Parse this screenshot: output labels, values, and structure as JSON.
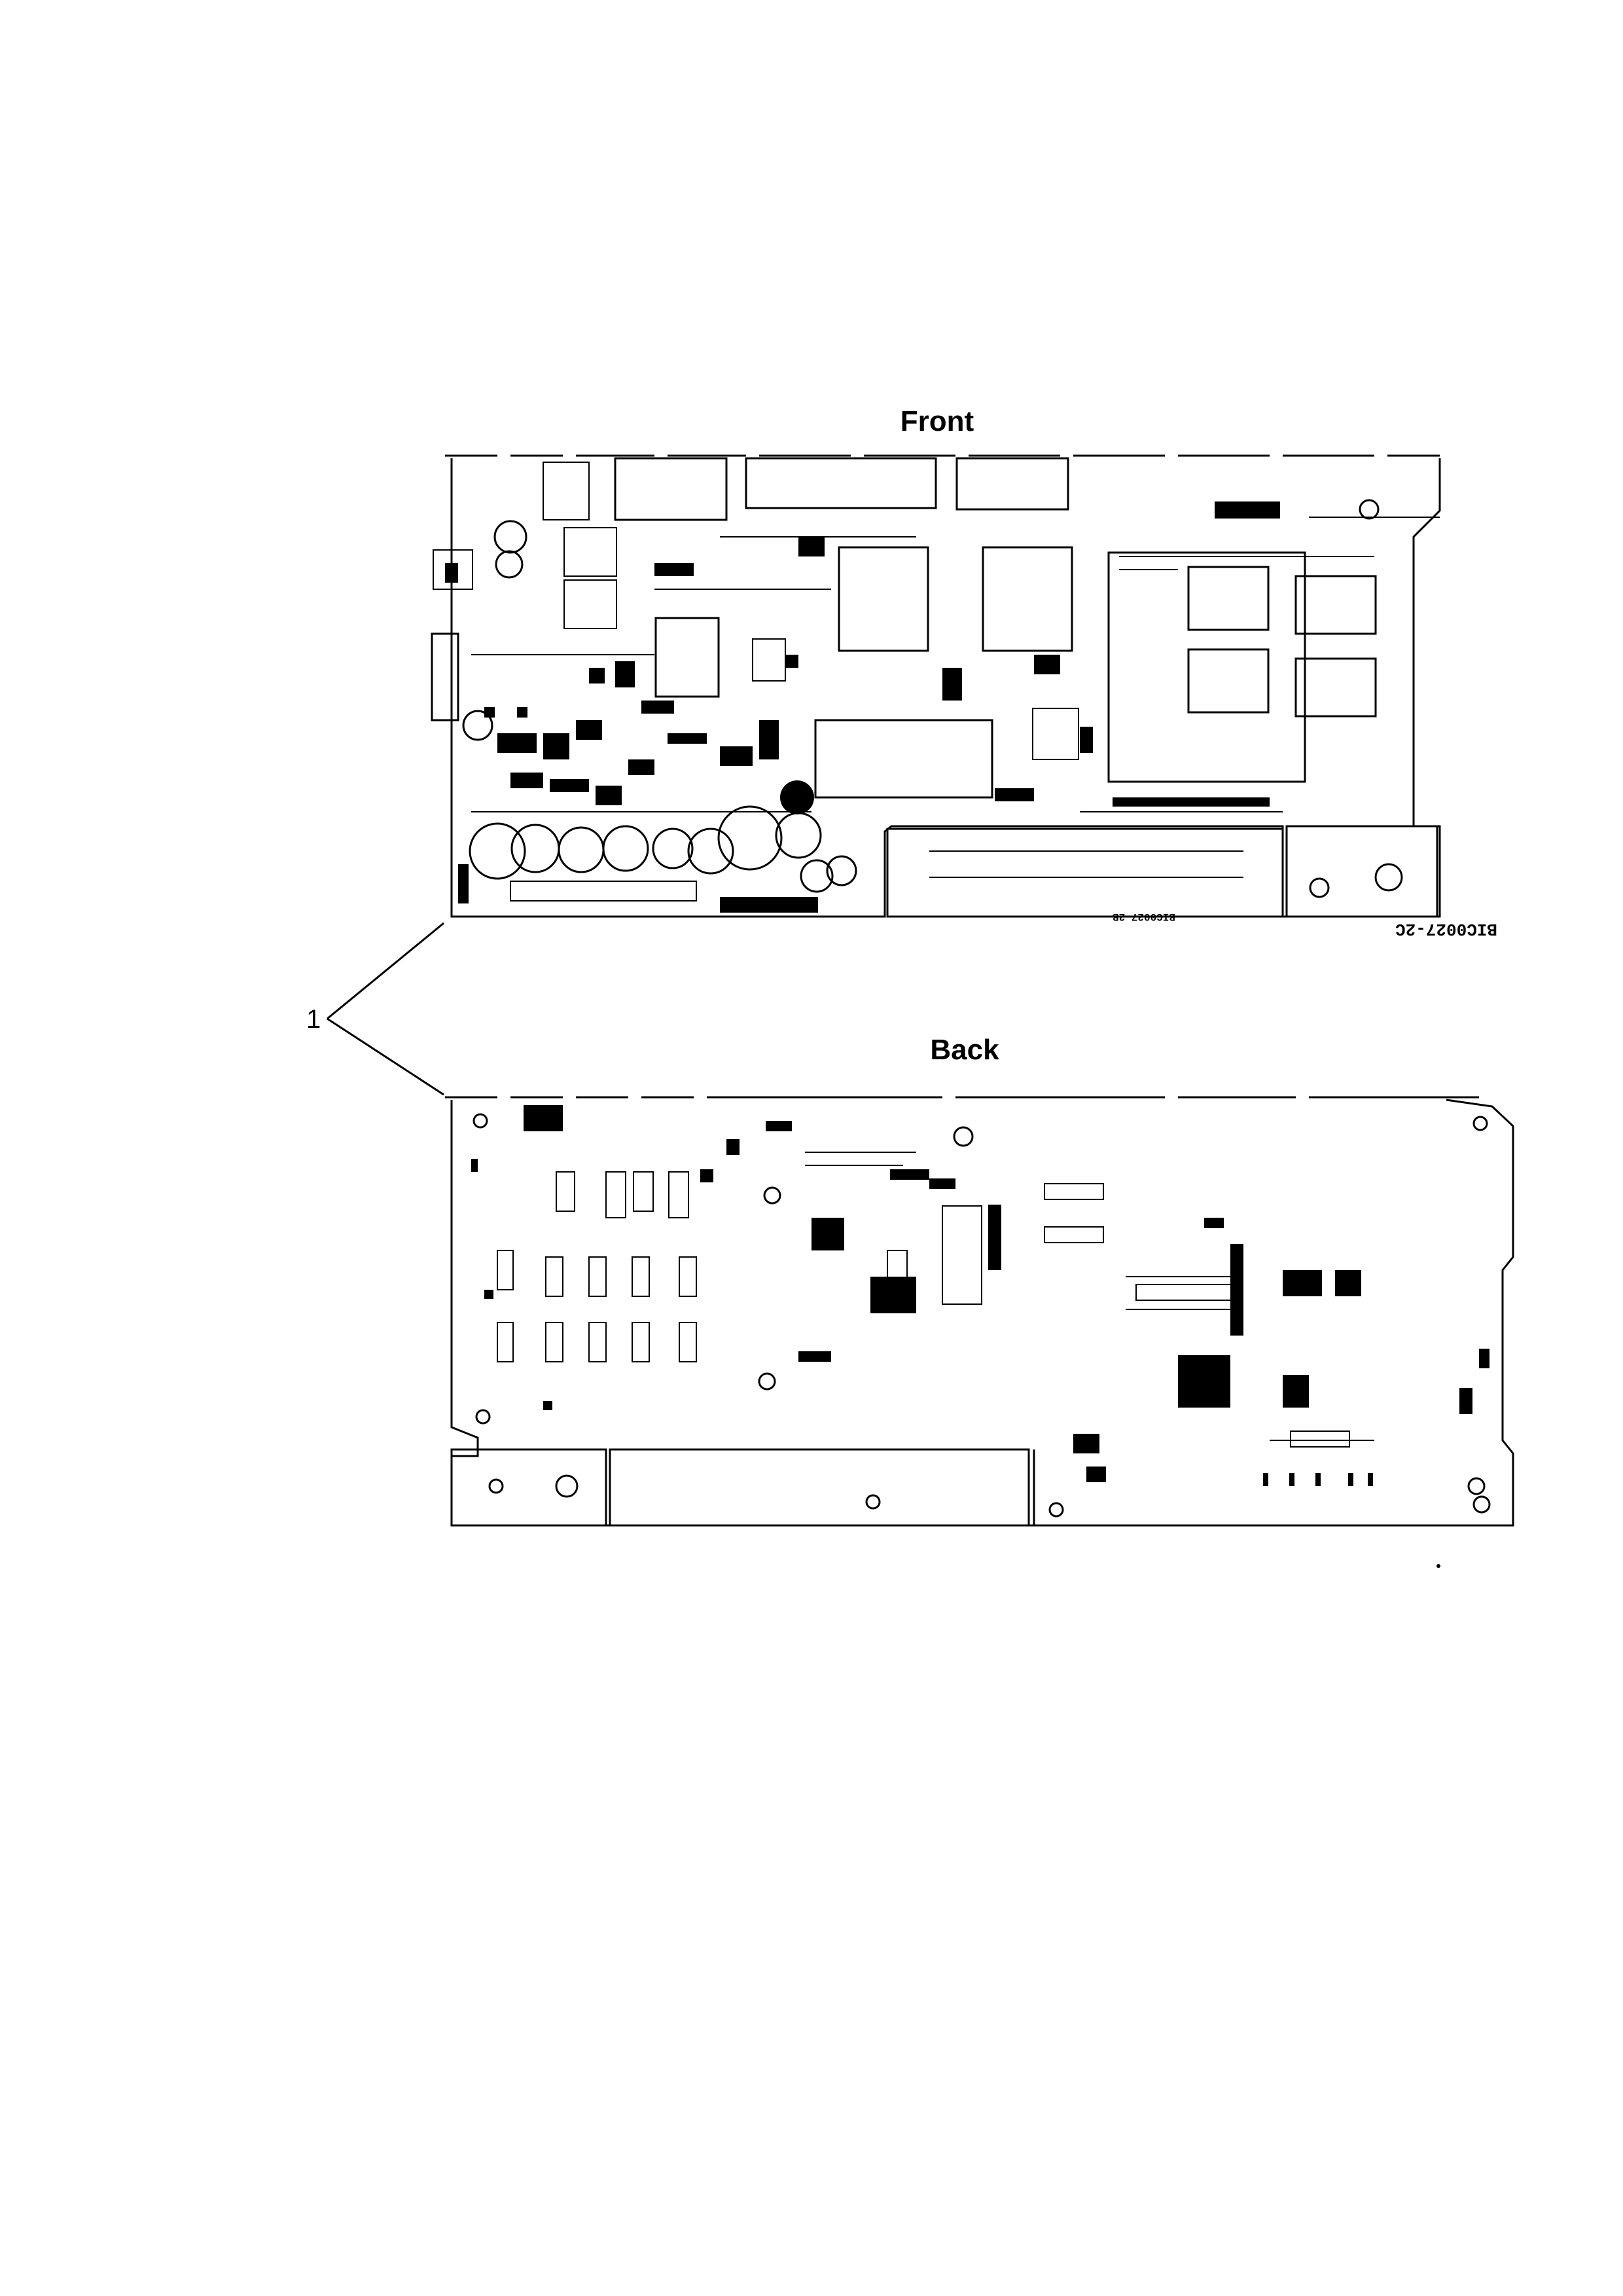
{
  "labels": {
    "front": "Front",
    "back": "Back",
    "callout": "1"
  },
  "board_markings": {
    "front_side_code": "BIC0027-2C",
    "front_strip_code": "BIC0027-2B"
  },
  "colors": {
    "line": "#000000",
    "background": "#ffffff"
  }
}
